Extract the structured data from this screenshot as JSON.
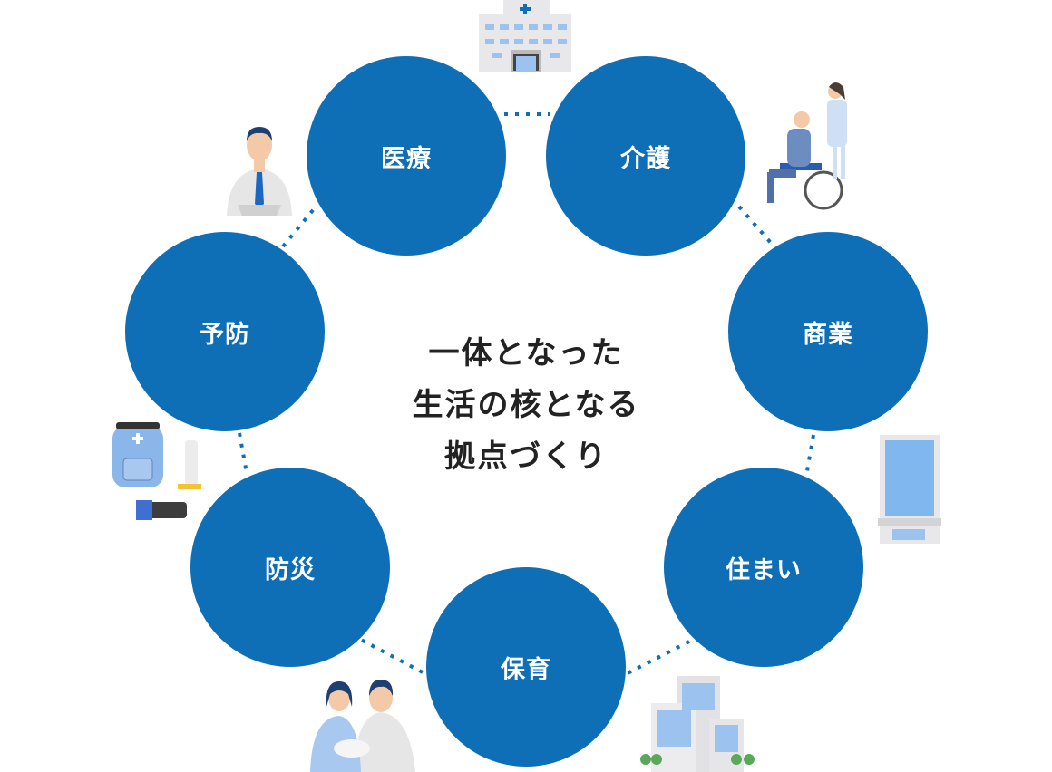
{
  "center_text": [
    "一体となった",
    "生活の核となる",
    "拠点づくり"
  ],
  "nodes": [
    "医療",
    "介護",
    "商業",
    "住まい",
    "保育",
    "防災",
    "予防"
  ],
  "colors": {
    "circle": "#0f6fb6",
    "dots": "#0f6fb6",
    "text": "#222222"
  }
}
